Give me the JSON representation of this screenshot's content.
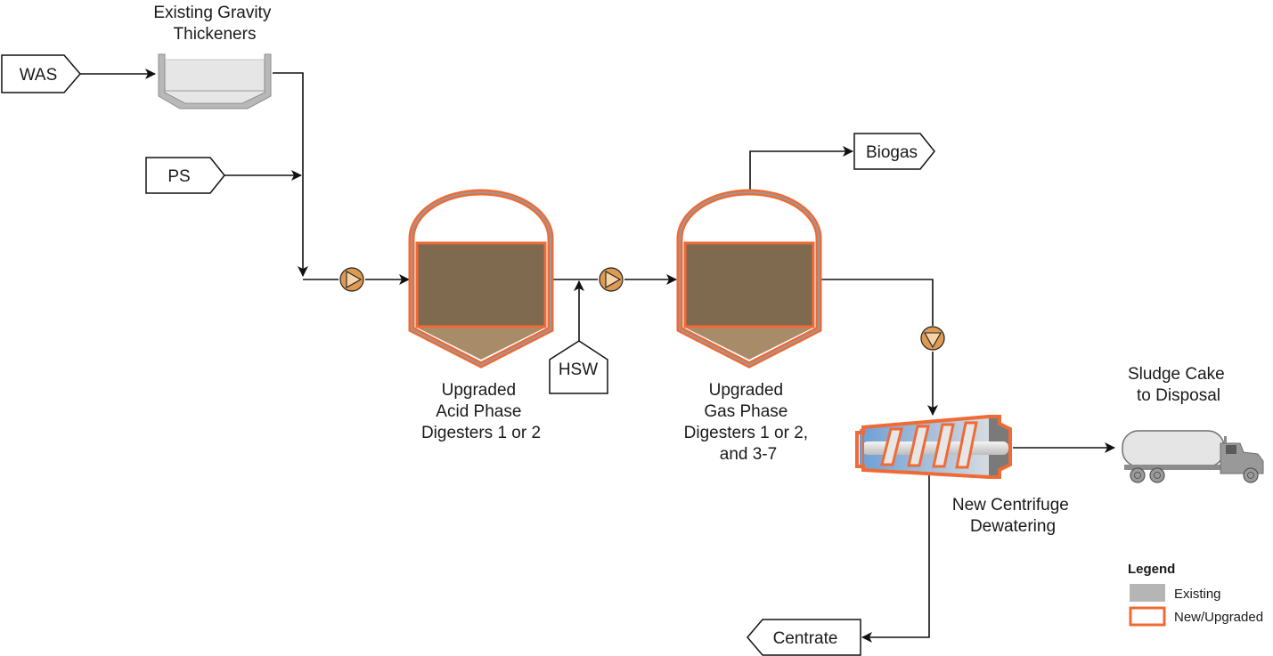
{
  "title": "Sludge Processing Flow Diagram",
  "colors": {
    "new_upgraded": "#f06a35",
    "existing": "#b5b5b5",
    "sludge_dark": "#7f6a4f",
    "sludge_light": "#a88b69",
    "pump_fill": "#e0a05a",
    "pump_inner": "#f5d2a8",
    "centrifuge_blue": "#8fb3d9"
  },
  "streams": {
    "was": "WAS",
    "ps": "PS",
    "hsw": "HSW",
    "biogas": "Biogas",
    "centrate": "Centrate"
  },
  "units": {
    "gravity_thickeners": [
      "Existing Gravity",
      "Thickeners"
    ],
    "acid_phase_digesters": [
      "Upgraded",
      "Acid Phase",
      "Digesters 1 or 2"
    ],
    "gas_phase_digesters": [
      "Upgraded",
      "Gas Phase",
      "Digesters 1 or 2,",
      "and 3-7"
    ],
    "centrifuge": [
      "New Centrifuge",
      "Dewatering"
    ],
    "disposal": [
      "Sludge Cake",
      "to Disposal"
    ]
  },
  "legend": {
    "title": "Legend",
    "items": [
      {
        "label": "Existing",
        "style": "existing"
      },
      {
        "label": "New/Upgraded",
        "style": "new_upgraded"
      }
    ]
  }
}
